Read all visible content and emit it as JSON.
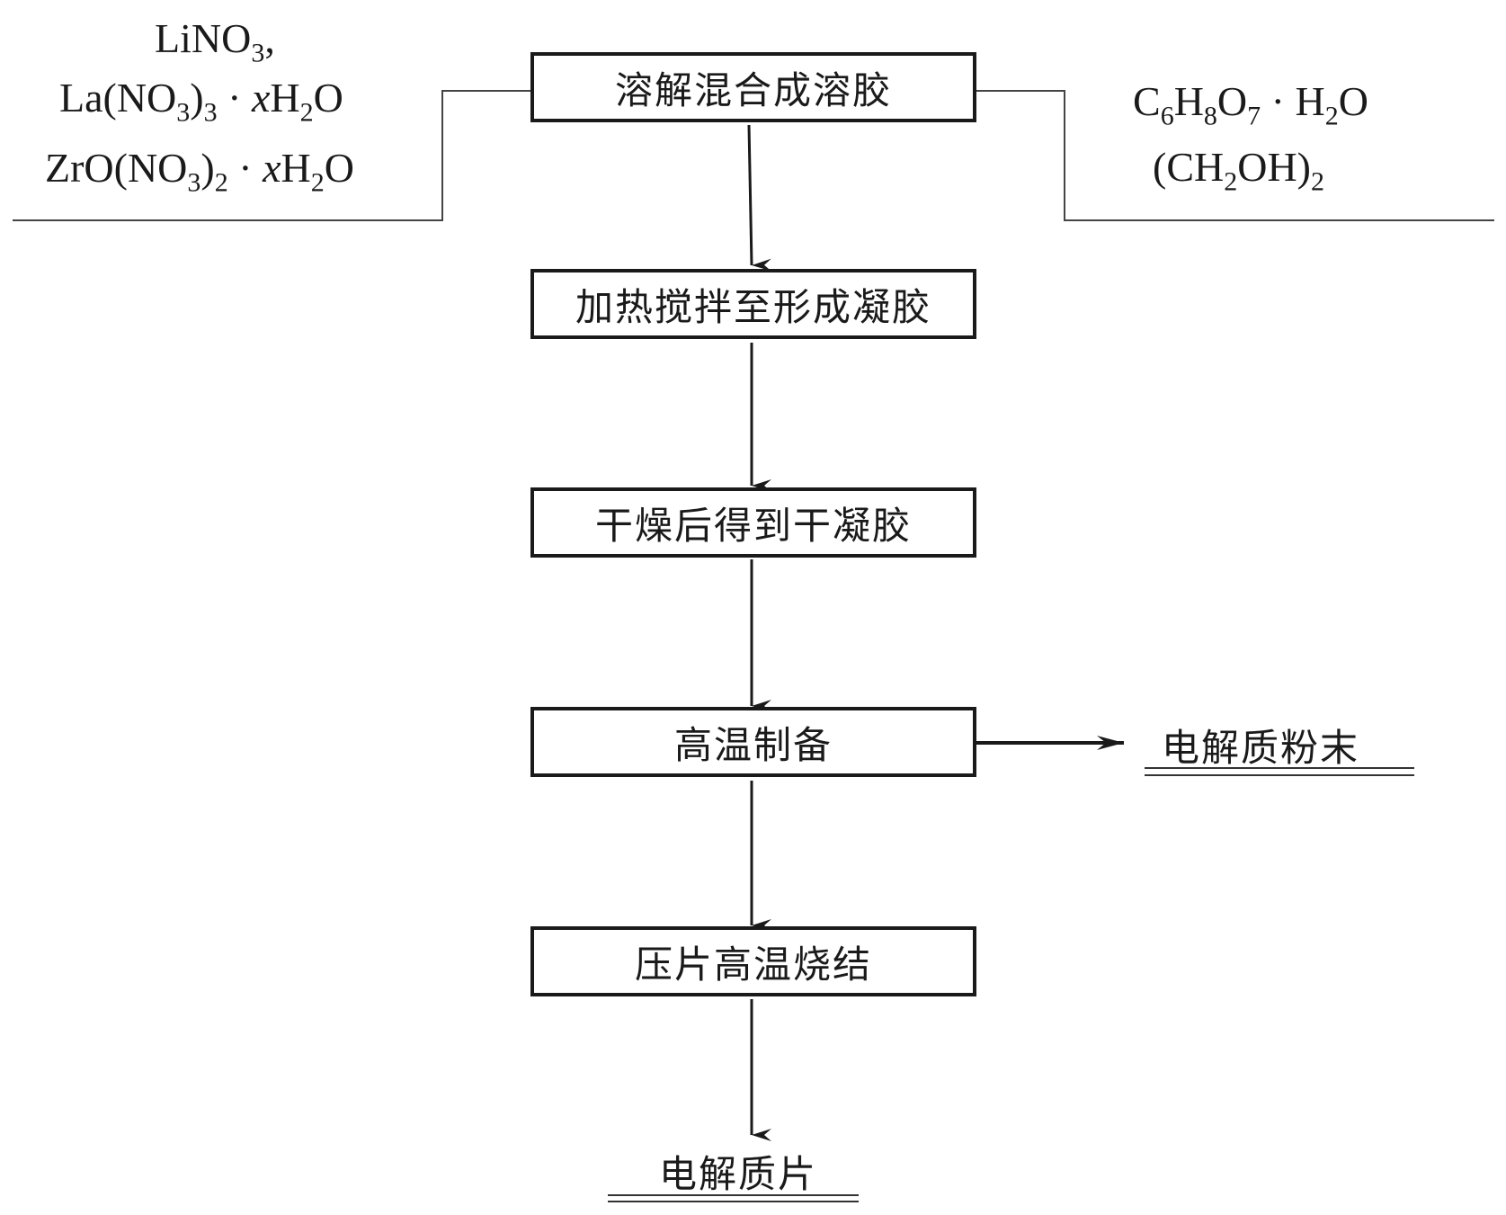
{
  "diagram": {
    "type": "process-flowchart",
    "inputs_left": {
      "lines": [
        [
          {
            "t": "LiNO"
          },
          {
            "sub": "3"
          },
          {
            "t": ","
          }
        ],
        [
          {
            "t": "La(NO"
          },
          {
            "sub": "3"
          },
          {
            "t": ")"
          },
          {
            "sub": "3"
          },
          {
            "t": " · "
          },
          {
            "i": "x"
          },
          {
            "t": "H"
          },
          {
            "sub": "2"
          },
          {
            "t": "O"
          }
        ],
        [
          {
            "t": "ZrO(NO"
          },
          {
            "sub": "3"
          },
          {
            "t": ")"
          },
          {
            "sub": "2"
          },
          {
            "t": " · "
          },
          {
            "i": "x"
          },
          {
            "t": "H"
          },
          {
            "sub": "2"
          },
          {
            "t": "O"
          }
        ]
      ],
      "plain": [
        "LiNO3,",
        "La(NO3)3 · xH2O",
        "ZrO(NO3)2 · xH2O"
      ]
    },
    "inputs_right": {
      "lines": [
        [
          {
            "t": "C"
          },
          {
            "sub": "6"
          },
          {
            "t": "H"
          },
          {
            "sub": "8"
          },
          {
            "t": "O"
          },
          {
            "sub": "7"
          },
          {
            "t": " · H"
          },
          {
            "sub": "2"
          },
          {
            "t": "O"
          }
        ],
        [
          {
            "t": "(CH"
          },
          {
            "sub": "2"
          },
          {
            "t": "OH)"
          },
          {
            "sub": "2"
          }
        ]
      ],
      "plain": [
        "C6H8O7 · H2O",
        "(CH2OH)2"
      ]
    },
    "steps": [
      {
        "label": "溶解混合成溶胶"
      },
      {
        "label": "加热搅拌至形成凝胶"
      },
      {
        "label": "干燥后得到干凝胶"
      },
      {
        "label": "高温制备"
      },
      {
        "label": "压片高温烧结"
      }
    ],
    "products": {
      "side": "电解质粉末",
      "final": "电解质片"
    }
  }
}
